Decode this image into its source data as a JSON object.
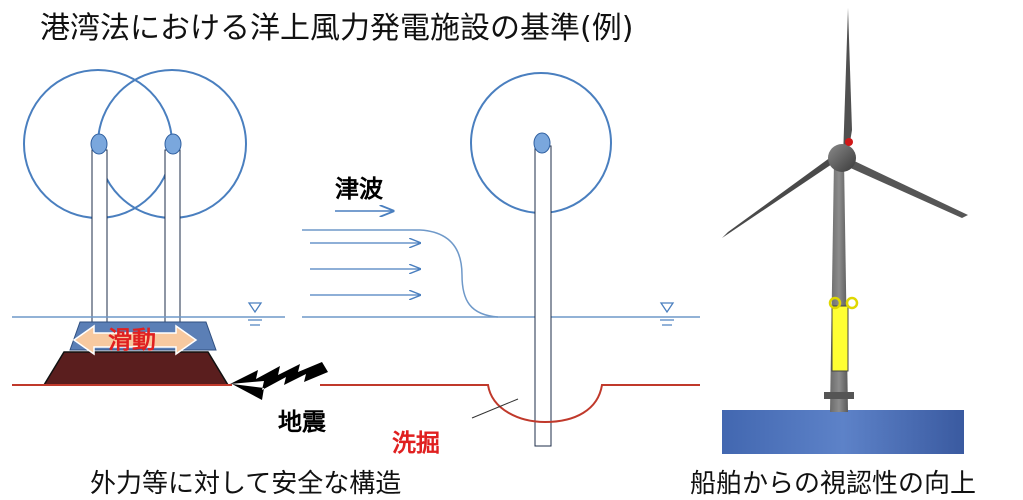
{
  "title": "港湾法における洋上風力発電施設の基準(例)",
  "labels": {
    "tsunami": "津波",
    "sliding": "滑動",
    "earthquake": "地震",
    "scour": "洗掘"
  },
  "captions": {
    "left": "外力等に対して安全な構造",
    "right": "船舶からの視認性の向上"
  },
  "colors": {
    "line_blue": "#4a7fbf",
    "accent_red": "#e02020",
    "seabed_red": "#c0392b",
    "mound_brown": "#5a1e1e",
    "foundation_blue": "#4a6fa5",
    "hub_blue": "#7aa7dd",
    "turbine_grey": "#555555",
    "tower_yellow": "#ffff33",
    "platform_blue": "#3d5fa8"
  }
}
